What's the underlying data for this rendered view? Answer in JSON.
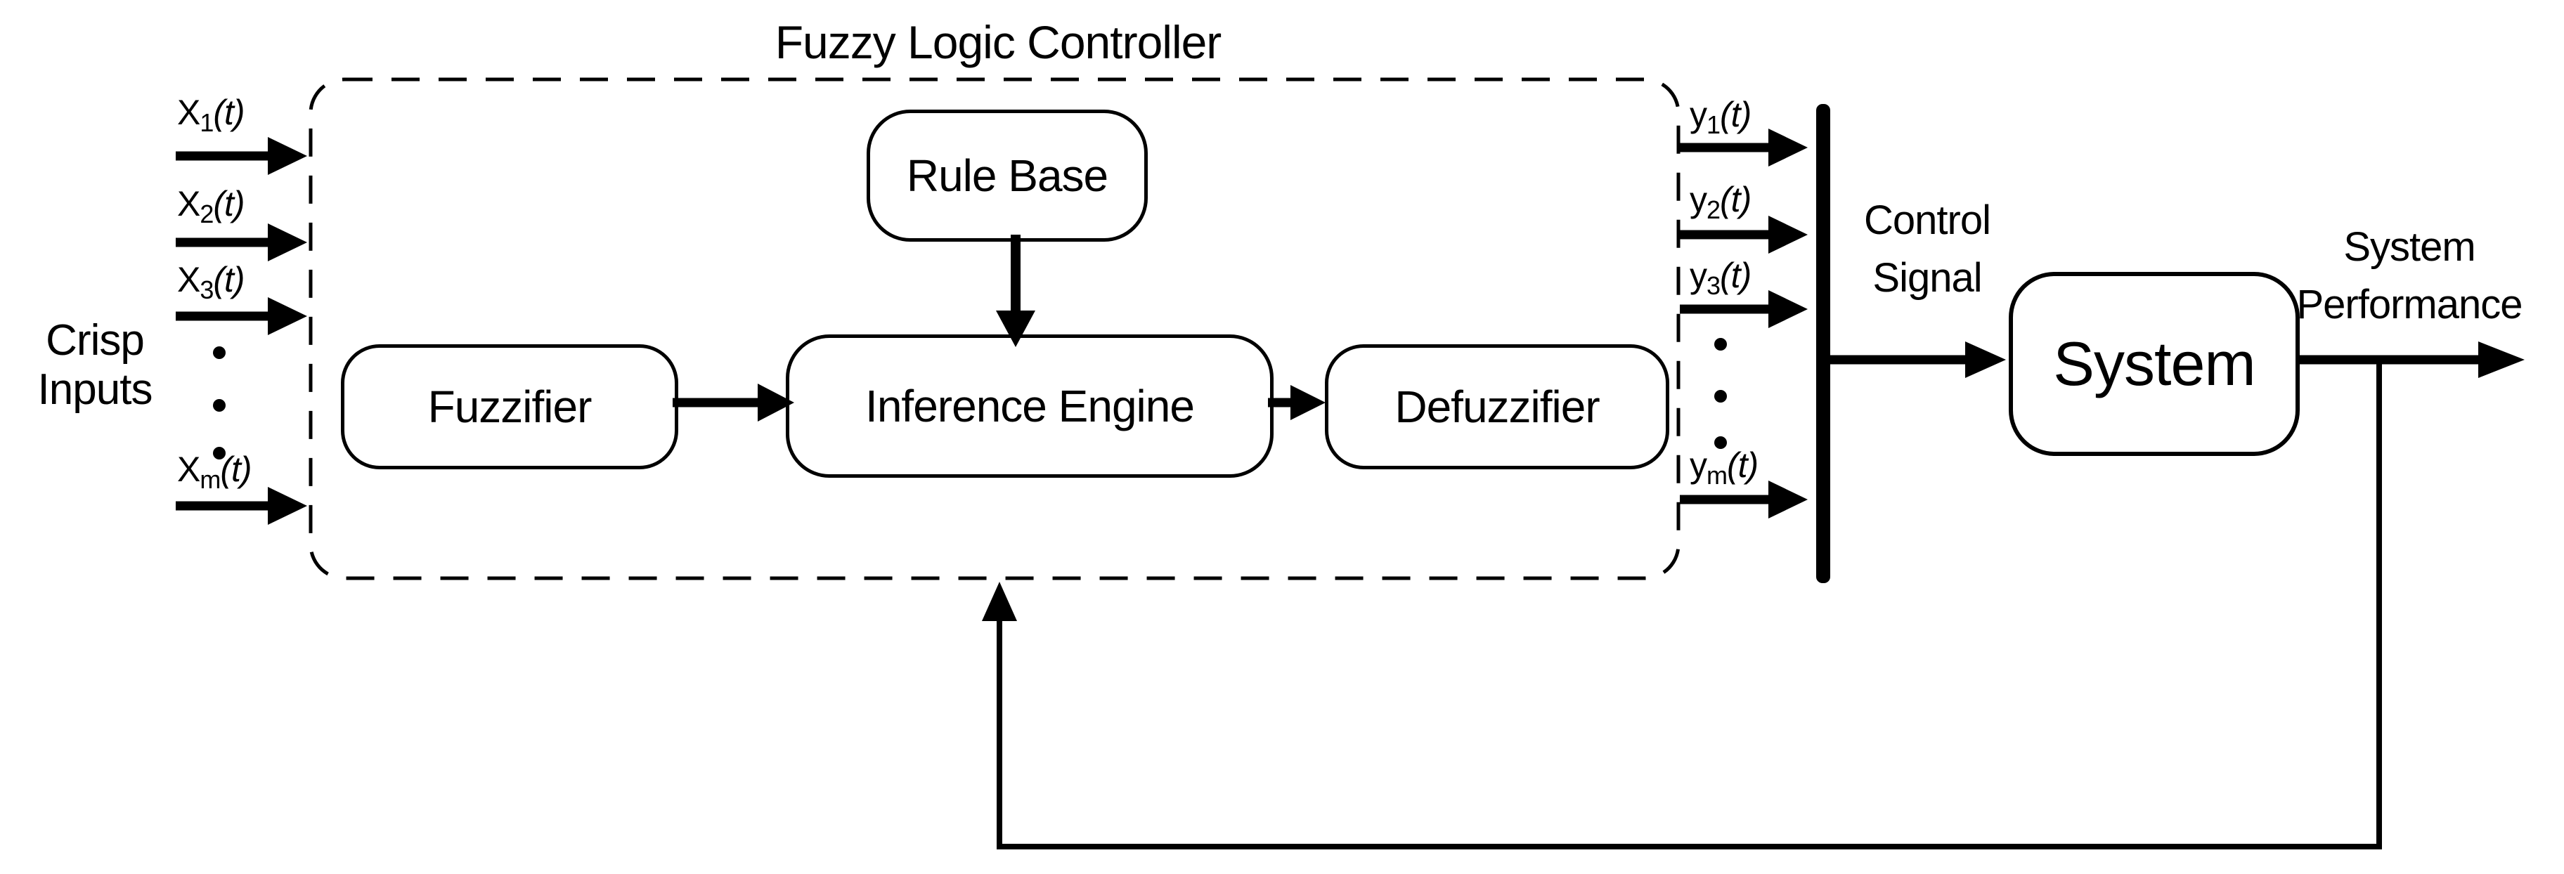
{
  "diagram": {
    "title": "Fuzzy Logic Controller",
    "colors": {
      "ink": "#000000",
      "background": "#ffffff"
    },
    "crisp_inputs_label": {
      "line1": "Crisp",
      "line2": "Inputs"
    },
    "inputs": [
      {
        "base": "X",
        "sub": "1",
        "suffix": "(t)"
      },
      {
        "base": "X",
        "sub": "2",
        "suffix": "(t)"
      },
      {
        "base": "X",
        "sub": "3",
        "suffix": "(t)"
      },
      {
        "base": "X",
        "sub": "m",
        "suffix": "(t)"
      }
    ],
    "outputs": [
      {
        "base": "y",
        "sub": "1",
        "suffix": "(t)"
      },
      {
        "base": "y",
        "sub": "2",
        "suffix": "(t)"
      },
      {
        "base": "y",
        "sub": "3",
        "suffix": "(t)"
      },
      {
        "base": "y",
        "sub": "m",
        "suffix": "(t)"
      }
    ],
    "blocks": {
      "rule_base": "Rule Base",
      "fuzzifier": "Fuzzifier",
      "inference_engine": "Inference Engine",
      "defuzzifier": "Defuzzifier",
      "system": "System"
    },
    "control_signal_label": {
      "line1": "Control",
      "line2": "Signal"
    },
    "system_performance_label": {
      "line1": "System",
      "line2": "Performance"
    }
  }
}
